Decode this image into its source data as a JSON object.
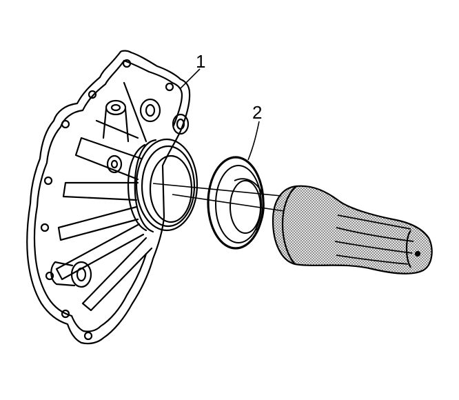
{
  "callouts": [
    {
      "id": "1",
      "label": "1"
    },
    {
      "id": "2",
      "label": "2"
    }
  ],
  "colors": {
    "line": "#000000",
    "background": "#ffffff",
    "tool_fill": "#bdbdbd"
  }
}
